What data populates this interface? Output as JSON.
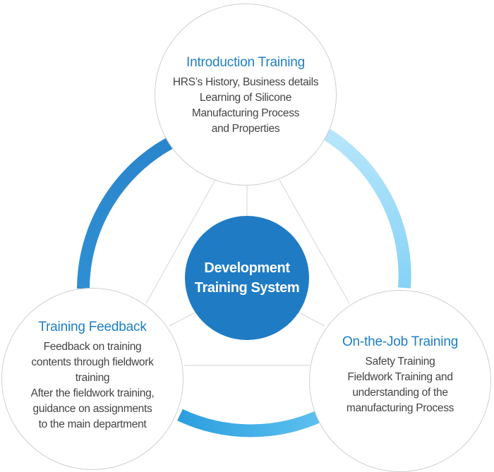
{
  "center": {
    "line1": "Development",
    "line2": "Training System"
  },
  "nodes": {
    "intro": {
      "title": "Introduction Training",
      "lines": [
        "HRS’s History, Business details",
        "Learning of Silicone",
        "Manufacturing Process",
        "and Properties"
      ]
    },
    "feedback": {
      "title": "Training Feedback",
      "lines": [
        "Feedback on training",
        "contents through fieldwork",
        "training",
        "After the fieldwork training,",
        "guidance on assignments",
        "to the main department"
      ]
    },
    "ojt": {
      "title": "On-the-Job Training",
      "lines": [
        "Safety Training",
        "Fieldwork Training and",
        "understanding of the",
        "manufacturing Process"
      ]
    }
  },
  "colors": {
    "ring_left": "#2a86cc",
    "ring_right": "#9cdcf9",
    "ring_bottom": "#3ba8e2",
    "center_fill": "#1f7cc4",
    "title_text": "#1d7fc6"
  }
}
